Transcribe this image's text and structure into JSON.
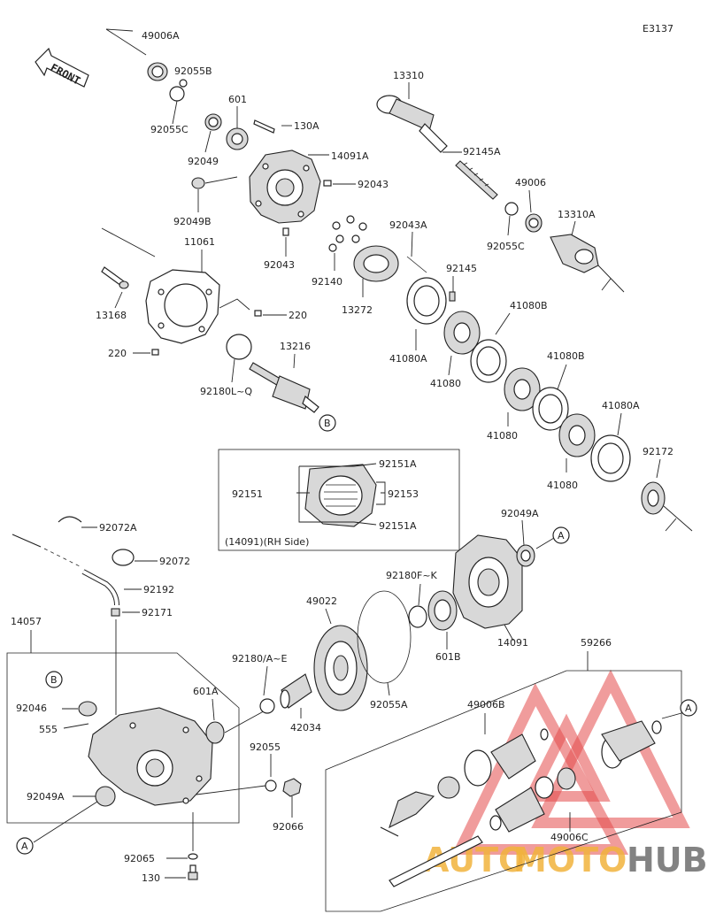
{
  "diagram_code": "E3137",
  "front_label": "FRONT",
  "inset_caption": "(14091)(RH Side)",
  "callout_b": "B",
  "callout_a": "A",
  "watermark": {
    "auto": "AUTO",
    "moto": "MOTO",
    "hub": "HUB",
    "colors": {
      "auto": "#f2b33d",
      "moto": "#f2b33d",
      "hub": "#7a7a7a",
      "triangle": "#e34b4b"
    }
  },
  "labels": {
    "p49006A": "49006A",
    "p92055B": "92055B",
    "p92055C": "92055C",
    "p601": "601",
    "p92049": "92049",
    "p130A": "130A",
    "p14091A": "14091A",
    "p92043a": "92043",
    "p92049B": "92049B",
    "p92043b": "92043",
    "p11061": "11061",
    "p13168": "13168",
    "p220a": "220",
    "p220b": "220",
    "p92180LQ": "92180L~Q",
    "p13216": "13216",
    "p13310": "13310",
    "p92145A": "92145A",
    "p49006": "49006",
    "p92055Cb": "92055C",
    "p13310A": "13310A",
    "p92043A": "92043A",
    "p92140": "92140",
    "p13272": "13272",
    "p92145": "92145",
    "p41080Aa": "41080A",
    "p41080a": "41080",
    "p41080Ba": "41080B",
    "p41080Bb": "41080B",
    "p41080b": "41080",
    "p41080Ab": "41080A",
    "p41080c": "41080",
    "p92172": "92172",
    "p92151A1": "92151A",
    "p92151": "92151",
    "p92153": "92153",
    "p92151A2": "92151A",
    "p92072A": "92072A",
    "p92072": "92072",
    "p92192": "92192",
    "p92171": "92171",
    "p14057": "14057",
    "p92049A": "92049A",
    "p92180FK": "92180F~K",
    "p49022": "49022",
    "p601B": "601B",
    "p14091": "14091",
    "p92180AE": "92180/A~E",
    "p92055A": "92055A",
    "p601A": "601A",
    "p42034": "42034",
    "p92046": "92046",
    "p555": "555",
    "p92049Ab": "92049A",
    "p92055": "92055",
    "p92066": "92066",
    "p92065": "92065",
    "p130": "130",
    "p59266": "59266",
    "p49006B": "49006B",
    "p49006C": "49006C"
  }
}
